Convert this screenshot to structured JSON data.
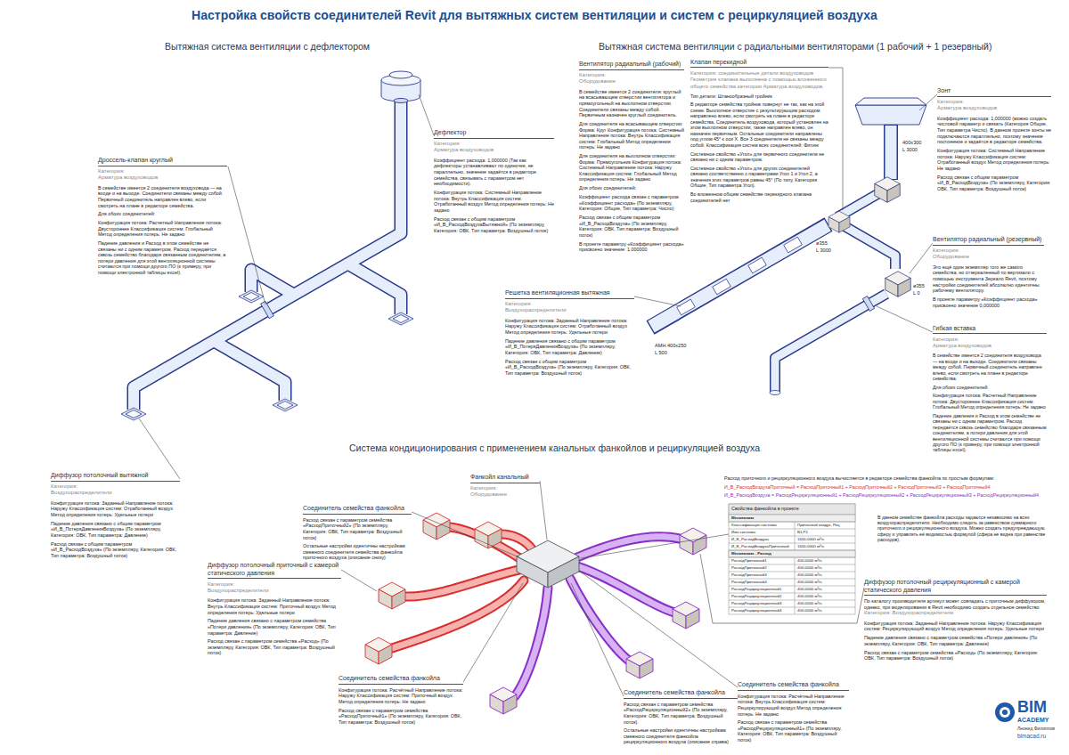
{
  "diagram": {
    "title": "Настройка свойств соединителей Revit для вытяжных систем вентиляции и систем с рециркуляцией воздуха",
    "nodes": [
      {
        "text": [
          "Дроссель-клапан круглый",
          "Категория:",
          "Арматура воздуховодов",
          "В семействе имеется 2 соединителя воздуховода — на входе и на выходе. Соединители связаны между собой. Первичный соединитель направлен влево, если смотреть на плане в редакторе семейства.",
          "Для обоих соединителей:",
          "Конфигурация потока: Расчетный Направление потока: Двустороннее Классификация систем: Глобальный Метод определения потерь: Не задано",
          "Падение давления и Расход в этом семействе не связаны ни с одним параметром. Расход передаётся сквозь семейство благодаря связанным соединителям, а потери давления для этой вентиляционной системы считаются при помощи другого ПО (к примеру, при помощи электронной таблицы excel)."
        ]
      },
      {
        "text": [
          "Дефлектор",
          "Категория:",
          "Арматура воздуховодов",
          "Коэффициент расхода: 1,000000 (Так как дефлекторы устанавливают по одиночке, не параллельно, значение задаётся в редакторе семейства, связывать с параметром нет необходимости).",
          "Конфигурация потока: Системный Направление потока: Внутрь Классификация систем: Отработанный воздух Метод определения потерь: Не задано",
          "Расход связан с общим параметром «И_В_РасходВоздухаВытяжной» (По экземпляру, Категория: ОВК, Тип параметра: Воздушный поток)"
        ]
      },
      {
        "text": [
          "Вентилятор радиальный (рабочий)",
          "Категория:",
          "Оборудование",
          "В семействе имеется 2 соединителя: круглый на всасывающем отверстии вентилятора и прямоугольный на выхлопном отверстии. Соединители связаны между собой. Первичным назначен круглый соединитель.",
          "Для соединителя на всасывающем отверстии: Форма: Круг Конфигурация потока: Системный Направление потока: Внутрь Классификация систем: Глобальный Метод определения потерь: Не задано",
          "Для соединителя на выхлопном отверстии: Форма: Прямоугольник Конфигурация потока: Системный Направление потока: Наружу Классификация систем: Глобальный Метод определения потерь: Не задано",
          "Для обоих соединителей:",
          "Коэффициент расхода связан с параметром «Коэффициент расхода» (По экземпляру, Категория: Общие, Тип параметра: Число)",
          "Расход связан с общим параметром «И_В_РасходВоздуха» (По экземпляру, Категория: ОВК, Тип параметра: Воздушный поток)",
          "В проекте параметру «Коэффициент расхода» присвоено значение: 1,000000"
        ]
      },
      {
        "text": [
          "Клапан перекидной",
          "Категория: соединительные детали воздуховодов Геометрия клапана выполнена с помощью вложенного общего семейства категории Арматура воздуховодов.",
          "Тип детали: Штанообразный тройник",
          "В редакторе семейства тройник повернут не так, как на этой схеме. Выхлопное отверстие с результирующим расходом направлено влево, если смотреть на плане в редакторе семейства. Соединитель воздуховода, который установлен на этом выхлопном отверстии, также направлен влево, он назначен первичным. Остальные соединители направлены под углом 45° к оси X. Все 3 соединителя не связаны между собой. Классификация систем всех соединителей: Фитинг",
          "Системное свойство «Угол» для первичного соединителя не связано ни с одним параметром.",
          "Системное свойство «Угол» для других соединителей связано соответственно с параметрами Угол 1 и Угол 2, а значения этих параметров равны 45° (По типу, Категория Общие, Тип параметра Угол).",
          "Во вложенном общем семействе перекидного клапана соединителей нет"
        ]
      },
      {
        "text": [
          "Зонт",
          "Категория:",
          "Арматура воздуховодов",
          "Коэффициент расхода: 1,000000 (можно создать числовой параметр и связать (Категория Общие, Тип параметра Число). В данном проекте зонты не подключаются параллельно, поэтому значение постоянное и задаётся в редакторе семейства.",
          "Конфигурация потока: Системный Направление потока: Наружу Классификация систем: Отработанный воздух Метод определения потерь: Не задано",
          "Расход связан с общим параметром «И_В_РасходВоздуха» (По экземпляру, Категория: ОВК, Тип параметра: Воздушный поток)"
        ]
      },
      {
        "text": [
          "Вентилятор радиальный (резервный)",
          "Категория:",
          "Оборудование",
          "Это ещё один экземпляр того же самого семейства, но отзеркаленный по вертикали с помощью инструмента Зеркало Revit, поэтому настройки соединителей абсолютно идентичны рабочему вентилятору.",
          "В проекте параметру «Коэффициент расхода» присвоено значение 0,000000"
        ]
      },
      {
        "text": [
          "Решетка вентиляционная вытяжная",
          "Категория:",
          "Воздухораспределители",
          "Конфигурация потока: Заданный Направление потока: Наружу Классификация систем: Отработанный воздух Метод определения потерь: Удельные потери",
          "Падение давления связано с общим параметром «И_В_ПотеряДавленияВоздуха» (По экземпляру, Категория: ОВК, Тип параметра: Давление)",
          "Расход связан с общим параметром «И_В_РасходВоздуха» (По экземпляру, Категория: ОВК, Тип параметра: Воздушный поток)"
        ]
      },
      {
        "text": [
          "Гибкая вставка",
          "Категория:",
          "Арматура воздуховодов",
          "В семействе имеется 2 соединителя воздуховода — на входе и на выходе. Соединители связаны между собой. Первичный соединитель направлен влево, если смотреть на плане в редакторе семейства.",
          "Для обоих соединителей:",
          "Конфигурация потока: Расчетный Направление потока: Двустороннее Классификация систем: Глобальный Метод определения потерь: Не задано",
          "Падение давления и Расход в этом семействе не связаны ни с одним параметром. Расход передаётся сквозь семейство благодаря связанным соединителям, а потери давления для этой вентиляционной системы считаются при помощи другого ПО (к примеру, при помощи электронной таблицы excel)."
        ]
      },
      {
        "text": [
          "Диффузор потолочный вытяжной",
          "Категория:",
          "Воздухораспределители",
          "Конфигурация потока: Заданный Направление потока: Наружу Классификация систем: Отработанный воздух Метод определения потерь: Удельные потери",
          "Падение давления связано с общим параметром «И_В_ПотеряДавленияВоздуха» (По экземпляру, Категория: ОВК, Тип параметра: Давление)",
          "Расход связан с общим параметром «И_В_РасходВоздуха» (По экземпляру, Категория: ОВК, Тип параметра: Воздушный поток)"
        ]
      },
      {
        "text": [
          "Фанкойл канальный",
          "Категория:",
          "Оборудование"
        ]
      },
      {
        "text": [
          "Соединитель семейства фанкойла",
          "Расход связан с параметром семейства «РасходПриточный2» (По экземпляру, Категория: ОВК, Тип параметра: Воздушный поток)",
          "Остальные настройки идентичны настройкам смежного соединителя семейства фанкойла приточного воздуха (описание снизу)"
        ]
      },
      {
        "text": [
          "Диффузор потолочный приточный с камерой статического давления",
          "Категория:",
          "Воздухораспределители",
          "Конфигурация потока: Заданный Направление потока: Внутрь Классификация систем: Приточный воздух Метод определения потерь: Удельные потери",
          "Падение давления связано с параметром семейства «Потери давления» (По экземпляру, Категория: ОВК, Тип параметра: Давление)",
          "Расход связан с параметром семейства «Расход» (По экземпляру, Категория: ОВК, Тип параметра: Воздушный поток)"
        ]
      },
      {
        "text": [
          "Свойства фанкойла в проекте"
        ]
      },
      {
        "text": [
          "Диффузор потолочный рециркуляционный с камерой статического давления",
          "По каталогу производителя артикул может совпадать с приточным диффузором, однако, при моделировании в Revit необходимо создать отдельное семейство",
          "Категория: Воздухораспределители",
          "Конфигурация потока: Заданный Направление потока: Наружу Классификация систем: Рециркулирующий воздух Метод определения потерь: Удельные потери",
          "Падение давления связано с параметром семейства «Потери давления» (По экземпляру, Категория: ОВК, Тип параметра: Давление)",
          "Расход связан с параметром семейства «Расход» (По экземпляру, Категория: ОВК, Тип параметра: Воздушный поток)"
        ]
      },
      {
        "text": [
          "Соединитель семейства фанкойла",
          "Конфигурация потока: Расчётный Направление потока: Наружу Классификация систем: Приточный воздух Метод определения потерь: Не задано",
          "Расход связан с параметром семейства «РасходПриточный1» (По экземпляру, Категория: ОВК, Тип параметра: Воздушный поток)"
        ]
      },
      {
        "text": [
          "Соединитель семейства фанкойла",
          "Расход связан с параметром семейства «РасходРециркуляционный2» (По экземпляру, Категория: ОВК, Тип параметра: Воздушный поток).",
          "Остальные настройки идентичны настройкам смежного соединителя фанкойла рециркуляционного воздуха (описание справа)"
        ]
      },
      {
        "text": [
          "Соединитель семейства фанкойла",
          "Конфигурация потока: Расчётный Направление потока: Внутрь Классификация систем: Рециркулирующий воздух Метод определения потерь: Не задано",
          "Расход связан с параметром семейства «РасходРециркуляционный1» (По экземпляру, Категория: ОВК, Тип параметра: Воздушный поток)"
        ]
      }
    ],
    "labels": [
      "Вытяжная система вентиляции с дефлектором",
      "Вытяжная система вентиляции с радиальными вентиляторами (1 рабочий + 1 резервный)",
      "Система кондиционирования с применением канальных фанкойлов и рециркуляцией воздуха",
      "400x300",
      "L 3000",
      "ø355",
      "L 3000",
      "ø355",
      "L 0",
      "АМН 400x250",
      "L 500",
      "Расход приточного и рециркуляционного воздуха вычисляется в редакторе семейства фанкойла по простым формулам:",
      "И_В_РасходВоздухаПриточный = РасходПриточный1 + РасходПриточный2 + РасходПриточный3 + РасходПриточный4",
      "И_В_РасходВоздуха = РасходРециркуляционный1 + РасходРециркуляционный2 + РасходРециркуляционный3 + РасходРециркуляционный4",
      "Механизмы",
      "Классификация системы",
      "Приточный воздух, Рец",
      "Имя системы",
      "В1,Р1",
      "И_В_РасходВоздуха",
      "1600,0000 м³/ч",
      "И_В_РасходВоздухаПриточный",
      "1600,0000 м³/ч",
      "Механизмы - Расход",
      "РасходПриточный1",
      "400,0000 м³/ч",
      "РасходПриточный2",
      "400,0000 м³/ч",
      "РасходПриточный3",
      "400,0000 м³/ч",
      "РасходПриточный4",
      "400,0000 м³/ч",
      "РасходРециркуляционный1",
      "400,0000 м³/ч",
      "РасходРециркуляционный2",
      "400,0000 м³/ч",
      "РасходРециркуляционный3",
      "400,0000 м³/ч",
      "РасходРециркуляционный4",
      "400,0000 м³/ч",
      "В данном семействе фанкойла расходы задаются независимо на всех воздухораспределители. Необходимо следить за равенством суммарного приточного и рециркуляционного воздуха. Можно создать предупреждающую сферу и управлять её видимостью формулой (сфера не видна при равенстве расходов).",
      "BIM",
      "ACADEMY",
      "Леонид Филиппов",
      "bimacad.ru"
    ]
  }
}
